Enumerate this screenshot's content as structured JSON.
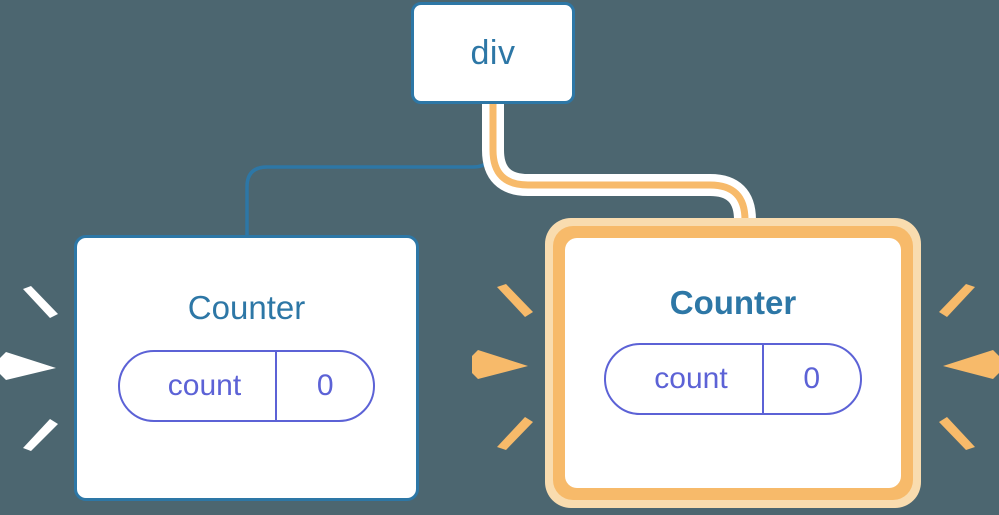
{
  "diagram": {
    "type": "component-tree",
    "background_color": "#4c6670",
    "accent_blue": "#2d77a6",
    "accent_orange": "#f7ba6a",
    "accent_orange_light": "#f9dcaf",
    "state_purple": "#5c62d6",
    "white": "#ffffff"
  },
  "root": {
    "label": "div"
  },
  "children": [
    {
      "label": "Counter",
      "highlighted": false,
      "emphasis": "normal",
      "state": {
        "key": "count",
        "value": "0"
      },
      "edge": {
        "color": "#2d77a6",
        "style": "thin"
      },
      "burst": {
        "color": "#ffffff",
        "sides": [
          "left"
        ]
      }
    },
    {
      "label": "Counter",
      "highlighted": true,
      "emphasis": "bold",
      "state": {
        "key": "count",
        "value": "0"
      },
      "edge": {
        "color": "#f7ba6a",
        "style": "thick-halo"
      },
      "burst": {
        "color": "#f7ba6a",
        "sides": [
          "left",
          "right"
        ]
      }
    }
  ]
}
